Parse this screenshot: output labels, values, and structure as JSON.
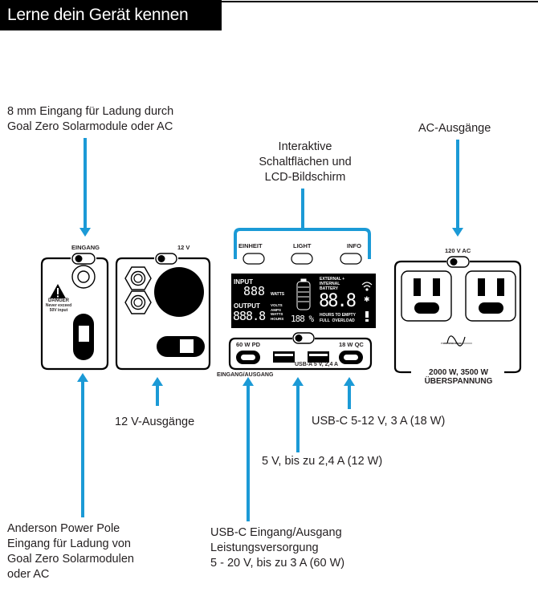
{
  "header": {
    "title": "Lerne dein Gerät kennen"
  },
  "accent_color": "#1b9ad6",
  "callouts": {
    "eingang_8mm": [
      "8 mm Eingang für Ladung durch",
      "Goal Zero Solarmodule oder AC"
    ],
    "interactive": [
      "Interaktive",
      "Schaltflächen und",
      "LCD-Bildschirm"
    ],
    "ac_outputs": "AC-Ausgänge",
    "twelve_v": "12 V-Ausgänge",
    "usbc_qc": "USB-C 5-12 V, 3 A (18 W)",
    "usba": "5 V, bis zu 2,4 A (12 W)",
    "anderson": [
      "Anderson Power Pole",
      "Eingang für Ladung von",
      "Goal Zero Solarmodulen",
      "oder AC"
    ],
    "usbc_pd": [
      "USB-C Eingang/Ausgang",
      "Leistungsversorgung",
      "5 - 20 V, bis zu 3 A (60 W)"
    ]
  },
  "panels": {
    "input": {
      "label": "EINGANG",
      "warning": {
        "title": "DANGER",
        "line1": "Never exceed",
        "line2": "50V input"
      }
    },
    "dc12v": {
      "label": "12 V"
    },
    "control": {
      "buttons": [
        "EINHEIT",
        "LIGHT",
        "INFO"
      ],
      "lcd": {
        "input_label": "INPUT",
        "input_digits": "888",
        "watts": "WATTS",
        "output_label": "OUTPUT",
        "output_digits": "888.8",
        "units": [
          "VOLTS",
          "AMPS",
          "WATTS",
          "HOURS"
        ],
        "percent": "188 %",
        "battery_label": [
          "EXTERNAL +",
          "INTERNAL",
          "BATTERY"
        ],
        "big_digits": "88.8",
        "hours_to_empty": "HOURS TO EMPTY",
        "status": "FULL  OVERLOAD"
      },
      "usb": {
        "pd_label": "60 W PD",
        "qc_label": "18 W QC",
        "usba_label": "USB-A 5 V, 2,4 A",
        "io_label": "EINGANG/AUSGANG"
      }
    },
    "ac": {
      "label": "120 V AC",
      "rating": "2000 W, 3500 W",
      "surge": "ÜBERSPANNUNG",
      "sine_logo": "PURE SINE WAVE"
    }
  }
}
